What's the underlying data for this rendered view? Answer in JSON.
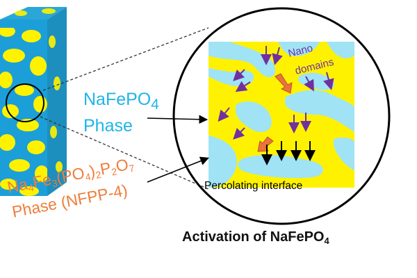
{
  "labels": {
    "nfp_line1": "NaFePO",
    "nfp_sub": "4",
    "nfp_line2": "Phase",
    "nfpp_p1": "Na",
    "nfpp_s1": "4",
    "nfpp_p2": "Fe",
    "nfpp_s2": "3",
    "nfpp_p3": "(PO",
    "nfpp_s3": "4",
    "nfpp_p4": ")",
    "nfpp_s4": "2",
    "nfpp_p5": "P",
    "nfpp_s5": "2",
    "nfpp_p6": "O",
    "nfpp_s6": "7",
    "nfpp_line2": "Phase (NFPP-4)",
    "nano_line1": "Nano",
    "nano_line2": "domains",
    "percolating": "Percolating interface",
    "caption_main": "Activation of NaFePO",
    "caption_sub": "4"
  },
  "colors": {
    "yellow_phase": "#fff200",
    "blue_phase": "#9fe3f5",
    "purple_arrow": "#7030a0",
    "orange_arrow": "#e8743b",
    "nfp_text": "#1fb4e6",
    "nfpp_text": "#ee7d3a",
    "circle": "#000000"
  }
}
